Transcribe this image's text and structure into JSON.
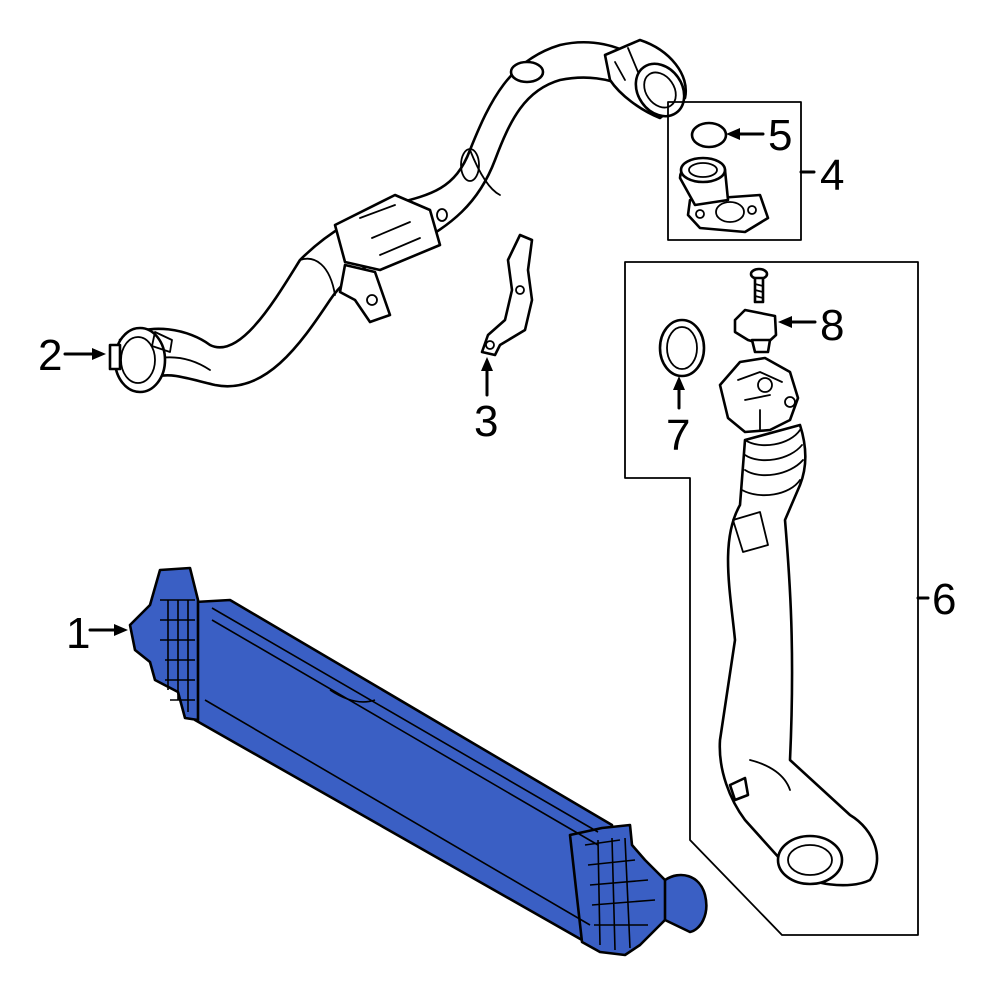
{
  "diagram": {
    "highlight_color": "#3a5fc4",
    "line_color": "#000000",
    "background": "#ffffff",
    "callouts": {
      "c1": "1",
      "c2": "2",
      "c3": "3",
      "c4": "4",
      "c5": "5",
      "c6": "6",
      "c7": "7",
      "c8": "8"
    }
  }
}
